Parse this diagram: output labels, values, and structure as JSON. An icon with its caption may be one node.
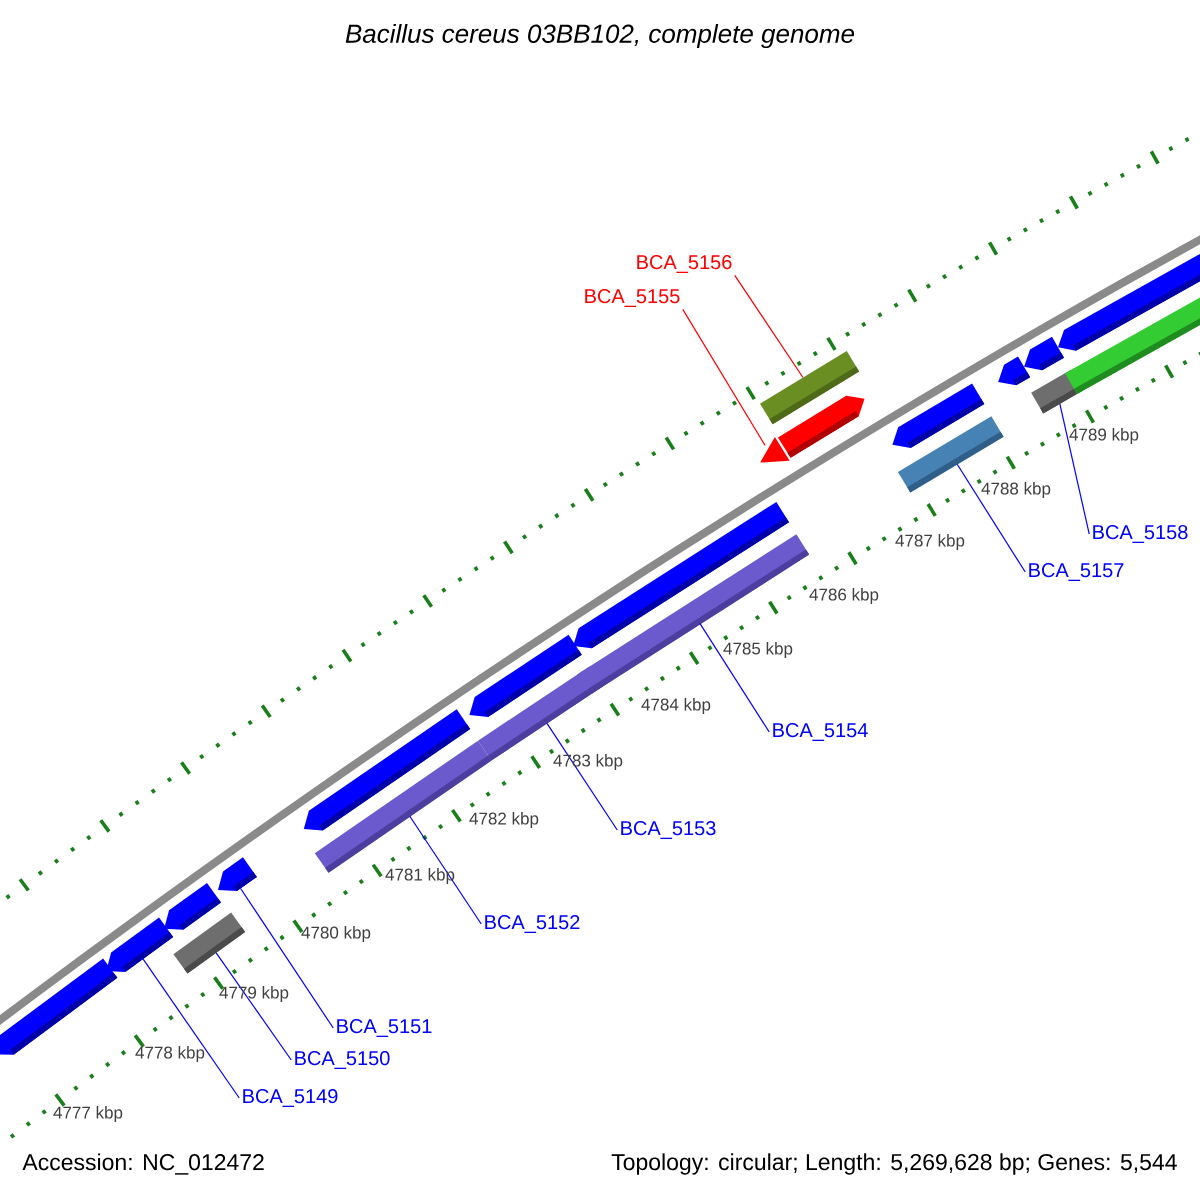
{
  "diagram": {
    "title": "Bacillus cereus 03BB102, complete genome",
    "nodes": [
      {
        "text": [
          "BCA_5156"
        ]
      },
      {
        "text": [
          "BCA_5155"
        ]
      },
      {
        "text": [
          "BCA_5158"
        ]
      },
      {
        "text": [
          "BCA_5157"
        ]
      },
      {
        "text": [
          "BCA_5154"
        ]
      },
      {
        "text": [
          "BCA_5153"
        ]
      },
      {
        "text": [
          "BCA_5152"
        ]
      },
      {
        "text": [
          "BCA_5151"
        ]
      },
      {
        "text": [
          "BCA_5150"
        ]
      },
      {
        "text": [
          "BCA_5149"
        ]
      },
      {
        "text": [],
        "shape": "arrow"
      },
      {
        "text": [],
        "shape": "arrow"
      },
      {
        "text": [],
        "shape": "bar"
      },
      {
        "text": [],
        "shape": "arrow"
      },
      {
        "text": [],
        "shape": "arrow"
      },
      {
        "text": [],
        "shape": "bar"
      },
      {
        "text": [],
        "shape": "arrow"
      },
      {
        "text": [],
        "shape": "bar"
      },
      {
        "text": [],
        "shape": "arrow"
      },
      {
        "text": [],
        "shape": "bar"
      },
      {
        "text": [],
        "shape": "arrow"
      },
      {
        "text": [],
        "shape": "triangle"
      },
      {
        "text": [],
        "shape": "arrow"
      },
      {
        "text": [],
        "shape": "bar"
      },
      {
        "text": [],
        "shape": "bar"
      },
      {
        "text": [],
        "shape": "arrow"
      },
      {
        "text": [],
        "shape": "arrow"
      },
      {
        "text": [],
        "shape": "bar"
      },
      {
        "text": [],
        "shape": "arrow"
      },
      {
        "text": [],
        "shape": "bar"
      },
      {
        "text": [],
        "shape": "arrow"
      }
    ],
    "edges": [
      {
        "from": 0,
        "to": 23,
        "arrow": "none",
        "color": "#ff0000"
      },
      {
        "from": 1,
        "to": 21,
        "arrow": "none",
        "color": "#ff0000"
      },
      {
        "from": 2,
        "to": 27,
        "arrow": "none"
      },
      {
        "from": 3,
        "to": 24,
        "arrow": "none"
      },
      {
        "from": 4,
        "to": 19,
        "arrow": "none"
      },
      {
        "from": 5,
        "to": 17,
        "arrow": "none"
      },
      {
        "from": 6,
        "to": 15,
        "arrow": "none"
      },
      {
        "from": 7,
        "to": 14,
        "arrow": "none"
      },
      {
        "from": 8,
        "to": 12,
        "arrow": "none"
      },
      {
        "from": 9,
        "to": 11,
        "arrow": "none"
      }
    ],
    "labels": [
      "4789 kbp",
      "4788 kbp",
      "4787 kbp",
      "4786 kbp",
      "4785 kbp",
      "4784 kbp",
      "4783 kbp",
      "4782 kbp",
      "4781 kbp",
      "4780 kbp",
      "4779 kbp",
      "4778 kbp",
      "4777 kbp",
      "Accession: NC_012472",
      "Topology: circular; Length: 5,269,628 bp; Genes: 5,544"
    ]
  }
}
